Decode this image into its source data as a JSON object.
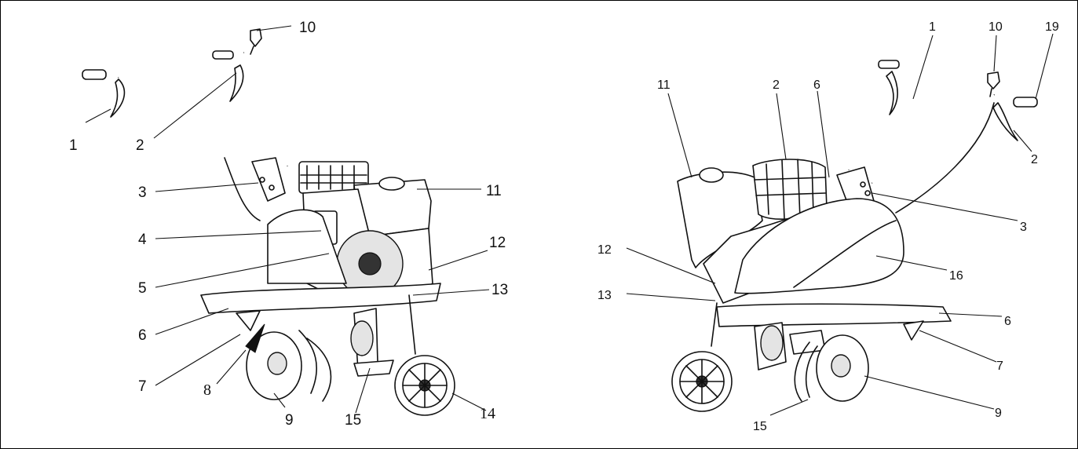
{
  "left_view": {
    "labels": [
      "10",
      "1",
      "2",
      "3",
      "11",
      "4",
      "12",
      "5",
      "13",
      "6",
      "7",
      "8",
      "9",
      "15",
      "14"
    ]
  },
  "right_view": {
    "labels": [
      "1",
      "10",
      "19",
      "11",
      "2",
      "6",
      "2",
      "3",
      "12",
      "16",
      "13",
      "6",
      "7",
      "9",
      "15"
    ]
  }
}
